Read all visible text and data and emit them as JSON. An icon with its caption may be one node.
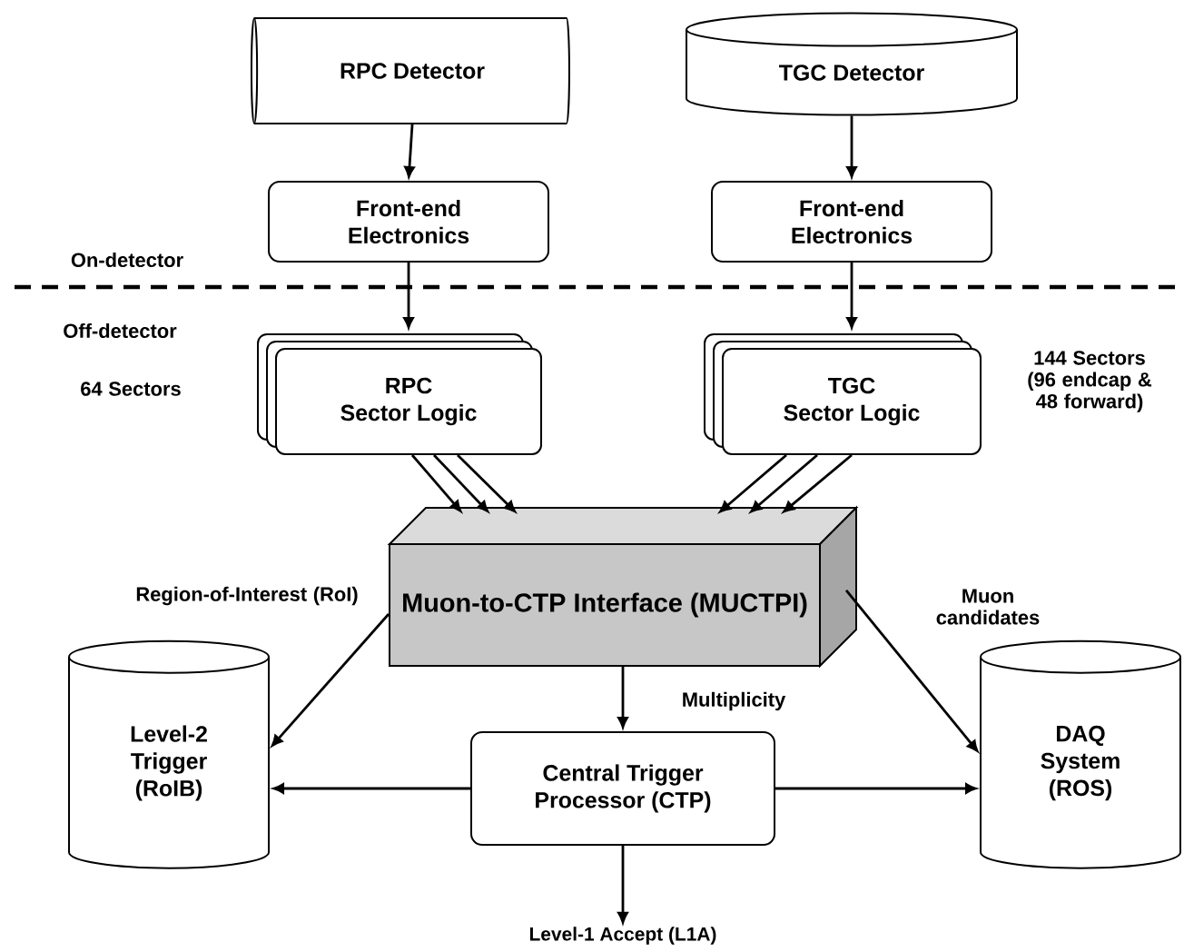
{
  "diagram": {
    "nodes": [
      {
        "text": [
          "RPC Detector"
        ]
      },
      {
        "text": [
          "TGC Detector"
        ]
      },
      {
        "text": [
          "Front-end Electronics"
        ]
      },
      {
        "text": [
          "Front-end Electronics"
        ]
      },
      {
        "text": [
          "RPC Sector Logic"
        ],
        "beside": [
          "64 Sectors"
        ]
      },
      {
        "text": [
          "TGC Sector Logic"
        ],
        "beside": [
          "144 Sectors (96 endcap & 48 forward)"
        ]
      },
      {
        "text": [
          "Muon-to-CTP Interface (MUCTPI)"
        ]
      },
      {
        "text": [
          "Level-2 Trigger (RoIB)"
        ]
      },
      {
        "text": [
          "Central Trigger Processor (CTP)"
        ]
      },
      {
        "text": [
          "DAQ System (ROS)"
        ]
      },
      {
        "text": [
          "Level-1 Accept (L1A)"
        ]
      }
    ],
    "edges": [
      {
        "from": 0,
        "to": 2,
        "arrow": "to"
      },
      {
        "from": 1,
        "to": 3,
        "arrow": "to"
      },
      {
        "from": 2,
        "to": 4,
        "arrow": "to"
      },
      {
        "from": 3,
        "to": 5,
        "arrow": "to"
      },
      {
        "from": 4,
        "to": 6,
        "arrow": "to"
      },
      {
        "from": 4,
        "to": 6,
        "arrow": "to"
      },
      {
        "from": 4,
        "to": 6,
        "arrow": "to"
      },
      {
        "from": 5,
        "to": 6,
        "arrow": "to"
      },
      {
        "from": 5,
        "to": 6,
        "arrow": "to"
      },
      {
        "from": 5,
        "to": 6,
        "arrow": "to"
      },
      {
        "from": 6,
        "to": 7,
        "arrow": "to",
        "label": "Region-of-Interest (RoI)"
      },
      {
        "from": 6,
        "to": 9,
        "arrow": "to",
        "label": "Muon candidates"
      },
      {
        "from": 6,
        "to": 8,
        "arrow": "to",
        "label": "Multiplicity"
      },
      {
        "from": 8,
        "to": 7,
        "arrow": "to"
      },
      {
        "from": 8,
        "to": 9,
        "arrow": "to"
      },
      {
        "from": 8,
        "to": 10,
        "arrow": "to"
      }
    ],
    "labels": [
      "On-detector",
      "Off-detector"
    ]
  }
}
